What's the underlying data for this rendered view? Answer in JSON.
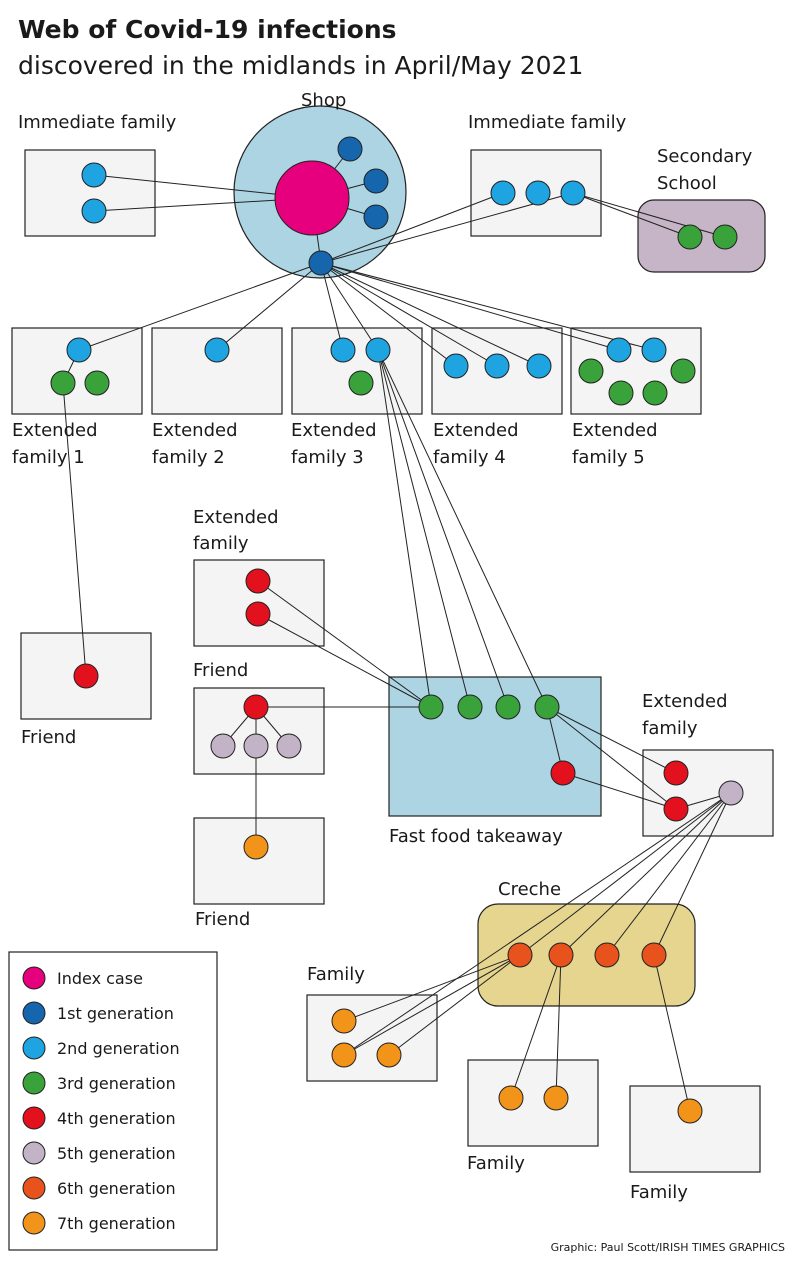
{
  "title": "Web of Covid-19 infections",
  "subtitle": "discovered in the midlands in April/May 2021",
  "credit": "Graphic: Paul Scott/IRISH TIMES GRAPHICS",
  "colors": {
    "index": "#e6007e",
    "gen1": "#1566ad",
    "gen2": "#1ea4e0",
    "gen3": "#3aa23a",
    "gen4": "#e3101e",
    "gen5": "#c3b3c6",
    "gen6": "#e8521d",
    "gen7": "#f29419",
    "shop_fill": "#acd4e3",
    "takeaway_fill": "#acd4e3",
    "school_fill": "#c6b5c6",
    "creche_fill": "#e6d58f"
  },
  "groups": {
    "shop": "Shop",
    "immediate_family_left": "Immediate family",
    "immediate_family_right": "Immediate family",
    "secondary_school": [
      "Secondary",
      "School"
    ],
    "extended_family_1": [
      "Extended",
      "family 1"
    ],
    "extended_family_2": [
      "Extended",
      "family 2"
    ],
    "extended_family_3": [
      "Extended",
      "family 3"
    ],
    "extended_family_4": [
      "Extended",
      "family 4"
    ],
    "extended_family_5": [
      "Extended",
      "family 5"
    ],
    "extended_family_mid": [
      "Extended",
      "family"
    ],
    "friend_left": "Friend",
    "friend_mid": "Friend",
    "friend_bottom": "Friend",
    "fast_food_takeaway": "Fast food takeaway",
    "extended_family_right": [
      "Extended",
      "family"
    ],
    "creche": "Creche",
    "family_left": "Family",
    "family_mid": "Family",
    "family_right": "Family"
  },
  "legend": [
    {
      "label": "Index case",
      "color_key": "index"
    },
    {
      "label": "1st generation",
      "color_key": "gen1"
    },
    {
      "label": "2nd generation",
      "color_key": "gen2"
    },
    {
      "label": "3rd generation",
      "color_key": "gen3"
    },
    {
      "label": "4th generation",
      "color_key": "gen4"
    },
    {
      "label": "5th generation",
      "color_key": "gen5"
    },
    {
      "label": "6th generation",
      "color_key": "gen6"
    },
    {
      "label": "7th generation",
      "color_key": "gen7"
    }
  ]
}
